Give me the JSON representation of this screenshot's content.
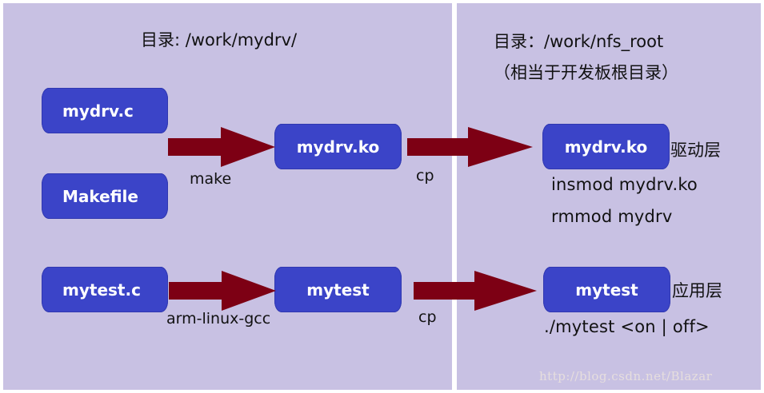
{
  "left_dir": "目录: /work/mydrv/",
  "right_dir": "目录：/work/nfs_root",
  "right_dir_note": "（相当于开发板根目录）",
  "nodes": {
    "mydrv_c": "mydrv.c",
    "makefile": "Makefile",
    "mydrv_ko": "mydrv.ko",
    "mydrv_ko_target": "mydrv.ko",
    "mytest_c": "mytest.c",
    "mytest": "mytest",
    "mytest_target": "mytest"
  },
  "edges": {
    "make": "make",
    "cp_driver": "cp",
    "cross_compile": "arm-linux-gcc",
    "cp_app": "cp"
  },
  "layers": {
    "driver": "驱动层",
    "app": "应用层"
  },
  "commands": {
    "insmod": "insmod mydrv.ko",
    "rmmod": "rmmod mydrv",
    "run": "./mytest <on | off>"
  },
  "watermark": "http://blog.csdn.net/Blazar",
  "colors": {
    "panel": "#c8c1e3",
    "node": "#3b44c8",
    "arrow": "#7d0014"
  }
}
